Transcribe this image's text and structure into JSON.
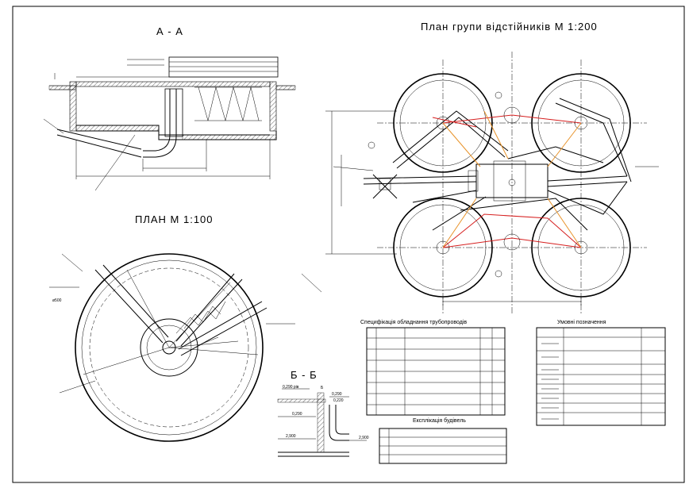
{
  "sheet": {
    "section_aa_title": "А - А",
    "plan_title": "ПЛАН М 1:100",
    "site_plan_title": "План групи відстійників М 1:200",
    "section_bb_title": "Б - Б",
    "spec_title": "Специфікація обладнання трубопроводів",
    "legend_title": "Умовні позначення",
    "explication_title": "Експлікація будівель",
    "level_labels": [
      "0,290",
      "0,220",
      "0,290",
      "2,900",
      "2,900",
      "ø500",
      "0,290 рів",
      "Б"
    ]
  },
  "spec_table": {
    "rows": 6
  },
  "legend_table": {
    "rows": 9
  },
  "explication_table": {
    "rows": 4
  }
}
